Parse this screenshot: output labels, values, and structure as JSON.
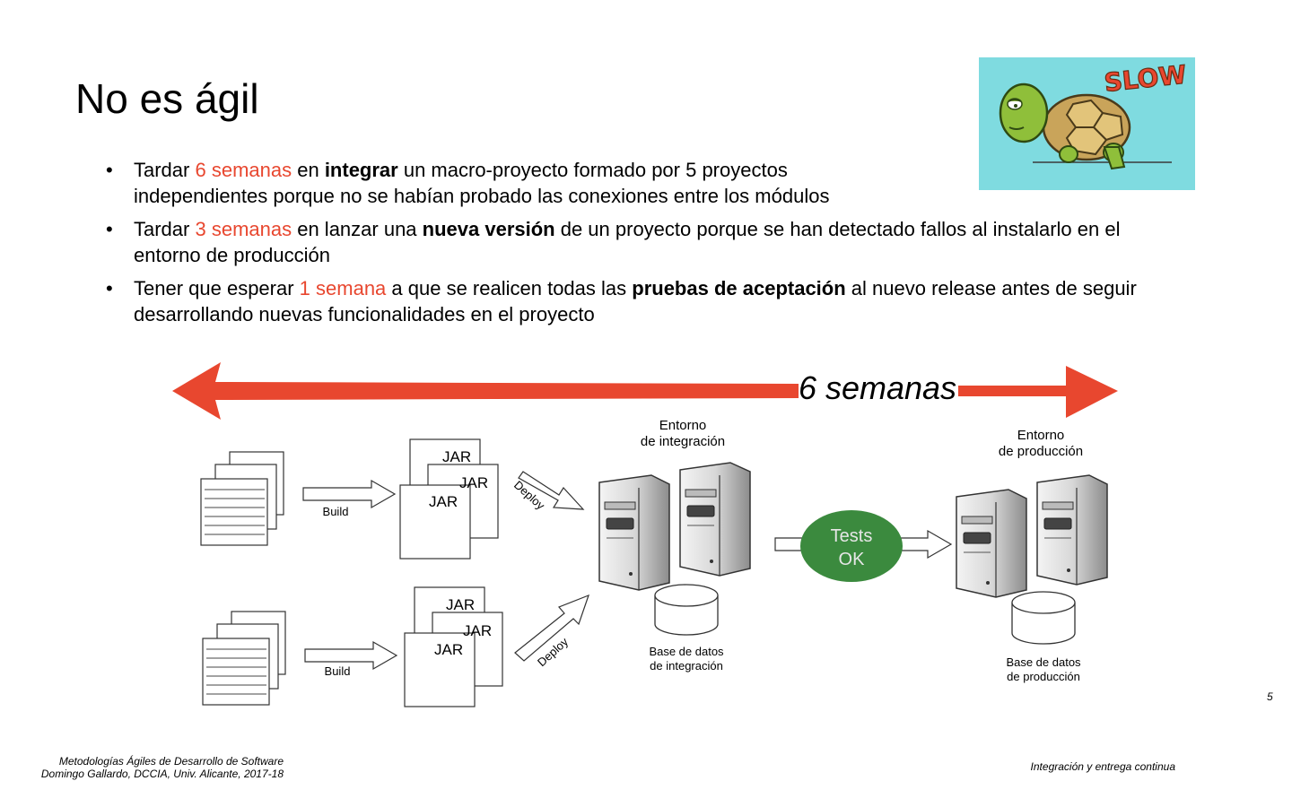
{
  "slide": {
    "title": "No es ágil",
    "page_number": "5",
    "footer_left_line1": "Metodologías Ágiles de Desarrollo de Software",
    "footer_left_line2": "Domingo Gallardo, DCCIA, Univ. Alicante, 2017-18",
    "footer_right": "Integración y entrega continua"
  },
  "bullets": [
    {
      "t1": "Tardar ",
      "red": "6 semanas",
      "t2": " en ",
      "bold": "integrar",
      "t3": " un macro-proyecto formado por 5 proyectos",
      "t4": "independientes porque no se habían probado las conexiones entre los módulos"
    },
    {
      "t1": "Tardar ",
      "red": "3 semanas",
      "t2": " en lanzar una ",
      "bold": "nueva versión",
      "t3": " de un proyecto porque se han detectado fallos al instalarlo en el",
      "t4": "entorno de producción"
    },
    {
      "t1": "Tener que esperar ",
      "red": "1 semana",
      "t2": " a que se realicen todas las ",
      "bold": "pruebas de aceptación",
      "t3": " al nuevo release antes de seguir",
      "t4": "desarrollando nuevas funcionalidades en el proyecto"
    }
  ],
  "image": {
    "slow_text": "SLOW"
  },
  "diagram": {
    "duration_label": "6 semanas",
    "build_label": "Build",
    "deploy_label": "Deploy",
    "jar_label": "JAR",
    "integration_env_line1": "Entorno",
    "integration_env_line2": "de integración",
    "production_env_line1": "Entorno",
    "production_env_line2": "de producción",
    "integration_db_line1": "Base de datos",
    "integration_db_line2": "de integración",
    "production_db_line1": "Base de datos",
    "production_db_line2": "de producción",
    "tests_line1": "Tests",
    "tests_line2": "OK"
  },
  "colors": {
    "accent_red": "#e8472f",
    "tests_green": "#3b8a3e",
    "turtle_bg": "#7fdbe0"
  }
}
